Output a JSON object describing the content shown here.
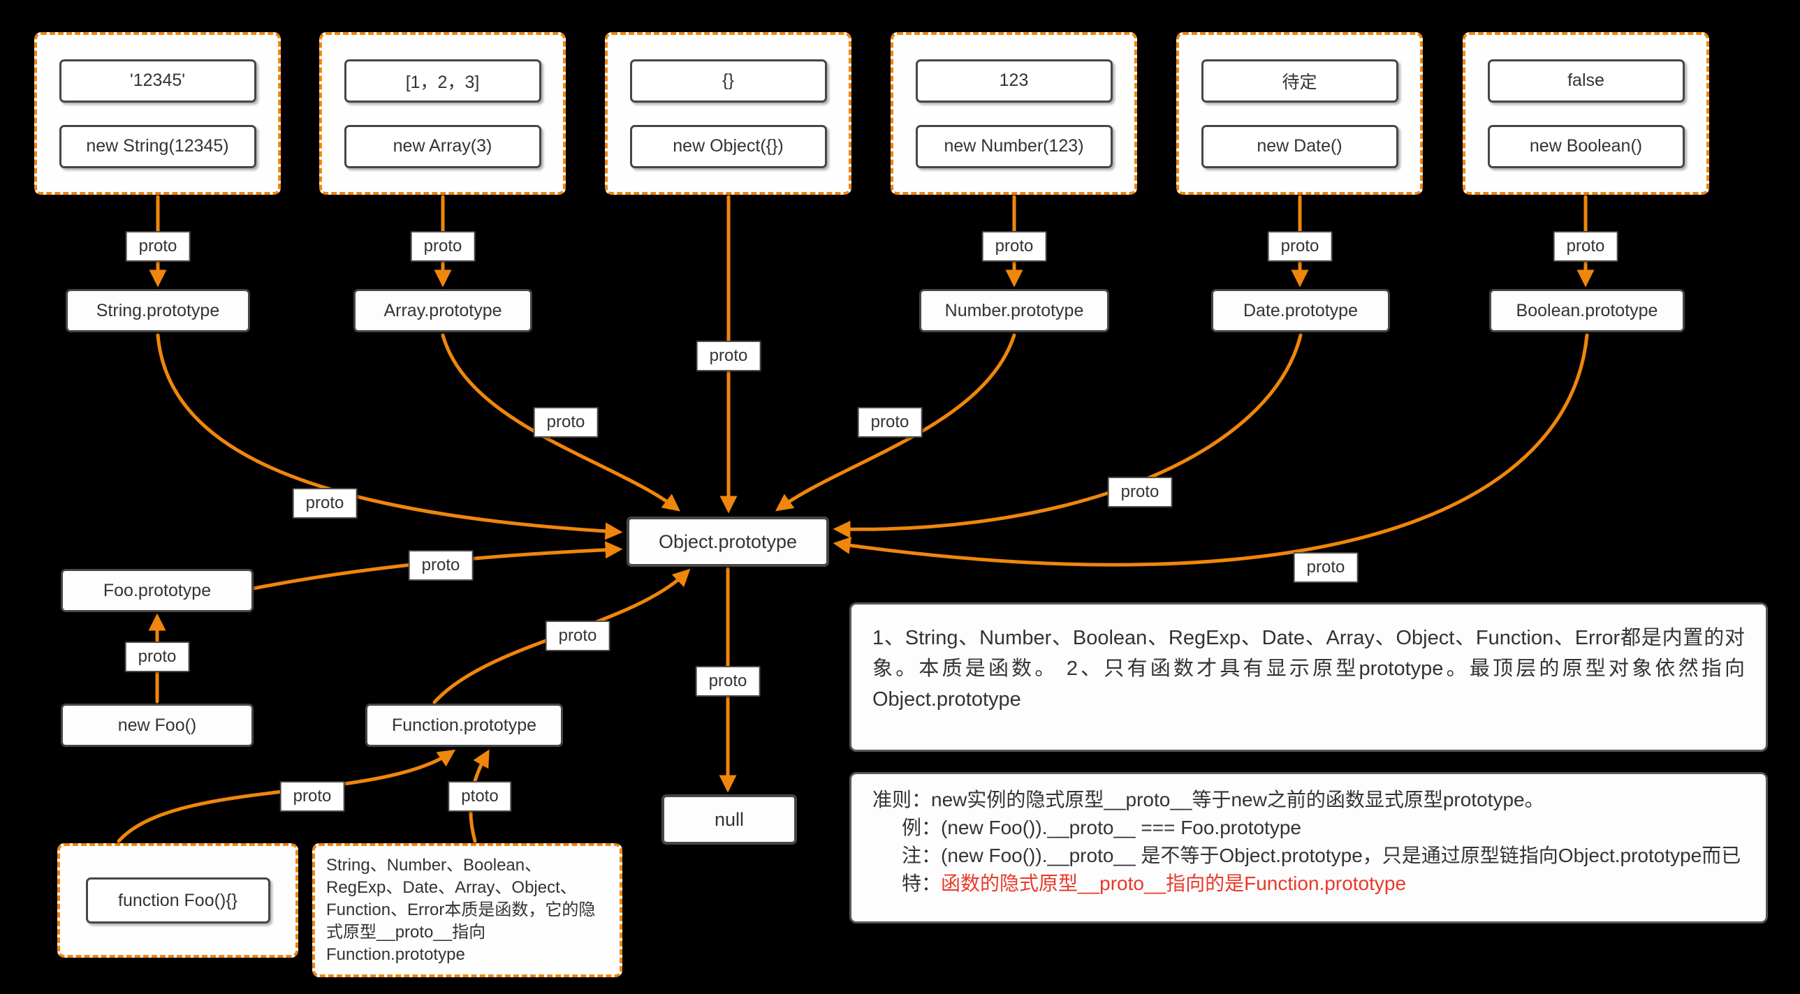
{
  "colors": {
    "background": "#000000",
    "arrow_orange": "#F0860B",
    "node_border": "#464646",
    "text_dark": "#333333",
    "note_red": "#e8392a"
  },
  "labels": {
    "proto": "proto",
    "ptoto": "ptoto"
  },
  "instances": [
    {
      "value": "'12345'",
      "expr": "new String(12345)"
    },
    {
      "value": "[1，2，3]",
      "expr": "new Array(3)"
    },
    {
      "value": "{}",
      "expr": "new Object({})"
    },
    {
      "value": "123",
      "expr": "new Number(123)"
    },
    {
      "value": "待定",
      "expr": "new Date()"
    },
    {
      "value": "false",
      "expr": "new Boolean()"
    }
  ],
  "prototypes": {
    "string": "String.prototype",
    "array": "Array.prototype",
    "number": "Number.prototype",
    "date": "Date.prototype",
    "boolean": "Boolean.prototype",
    "object": "Object.prototype",
    "foo": "Foo.prototype",
    "function": "Function.prototype"
  },
  "nodes": {
    "new_foo": "new Foo()",
    "null_value": "null",
    "function_foo": "function Foo(){}"
  },
  "side_note": "String、Number、Boolean、RegExp、Date、Array、Object、Function、Error本质是函数，它的隐式原型__proto__指向Function.prototype",
  "note_builtin": "1、String、Number、Boolean、RegExp、Date、Array、Object、Function、Error都是内置的对象。本质是函数。 2、只有函数才具有显示原型prototype。最顶层的原型对象依然指向Object.prototype",
  "note_rules": {
    "line1": "准则：new实例的隐式原型__proto__等于new之前的函数显式原型prototype。",
    "line2": "例：(new Foo()).__proto__  ===  Foo.prototype",
    "line3": "注：(new Foo()).__proto__  是不等于Object.prototype，只是通过原型链指向Object.prototype而已",
    "line4_prefix": "特：",
    "line4_red": "函数的隐式原型__proto__指向的是Function.prototype"
  }
}
